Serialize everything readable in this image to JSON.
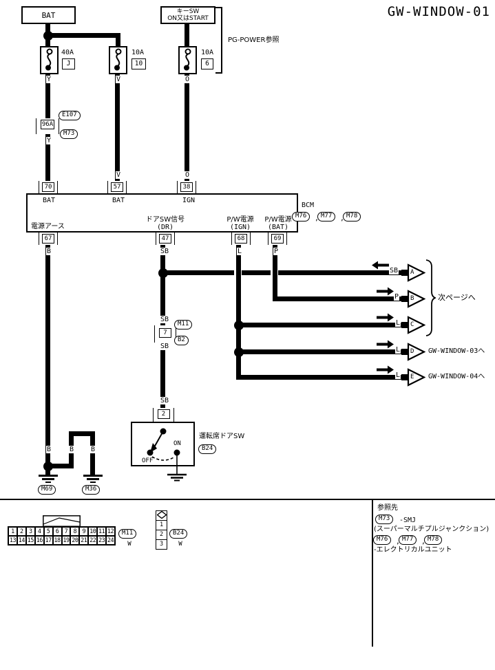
{
  "title": "GW-WINDOW-01",
  "power": {
    "bat": "BAT",
    "keysw1": "キーSW",
    "keysw2": "ON又はSTART",
    "pg_ref": "PG-POWER参照",
    "fuse1_rating": "40A",
    "fuse1_id": "J",
    "fuse2_rating": "10A",
    "fuse2_id": "10",
    "fuse3_rating": "10A",
    "fuse3_id": "6"
  },
  "wires": {
    "y": "Y",
    "v": "V",
    "o": "O",
    "b": "B",
    "sb": "SB",
    "l": "L",
    "p": "P",
    "w": "W"
  },
  "smj": {
    "pin": "96A",
    "above": "E107",
    "below": "M73"
  },
  "bcm": {
    "name": "BCM",
    "comma": ",",
    "conn1": "M76",
    "conn2": "M77",
    "conn3": "M78",
    "pin70": "70",
    "pin57": "57",
    "pin38": "38",
    "bat1": "BAT",
    "bat2": "BAT",
    "ign": "IGN",
    "pin67": "67",
    "pin47": "47",
    "pin68": "68",
    "pin69": "69",
    "gnd_label": "電源アース",
    "doorsw_label": "ドアSW信号",
    "doorsw_sub": "(DR)",
    "pw1_label": "P/W電源",
    "pw1_sub": "(IGN)",
    "pw2_label": "P/W電源",
    "pw2_sub": "(BAT)"
  },
  "offpage": {
    "a": "A",
    "b": "B",
    "c": "C",
    "d": "D",
    "e": "E",
    "next_page": "次ページへ",
    "to_win03": "GW-WINDOW-03へ",
    "to_win04": "GW-WINDOW-04へ"
  },
  "mid_conn": {
    "pin": "7",
    "above": "M11",
    "below": "B2"
  },
  "door_switch": {
    "pin": "2",
    "on": "ON",
    "off": "OFF",
    "name": "運転席ドアSW",
    "conn": "B24"
  },
  "grounds": {
    "m69": "M69",
    "m36": "M36"
  },
  "footer": {
    "comma": ",",
    "m11_top": [
      "1",
      "2",
      "3",
      "4",
      "5",
      "6",
      "7",
      "8",
      "9",
      "10",
      "11",
      "12"
    ],
    "m11_bottom": [
      "13",
      "14",
      "15",
      "16",
      "17",
      "18",
      "19",
      "20",
      "21",
      "22",
      "23",
      "24"
    ],
    "m11_name": "M11",
    "m11_color": "W",
    "b24_cells": [
      "1",
      "2",
      "3"
    ],
    "b24_name": "B24",
    "b24_color": "W",
    "ref_title": "参照先",
    "ref_m73": "M73",
    "ref_m73_text": "-SMJ",
    "ref_m73_sub": "(スーパーマルチプルジャンクション)",
    "ref_m76": "M76",
    "ref_m77": "M77",
    "ref_m78": "M78",
    "ref_units_text": "-エレクトリカルユニット"
  }
}
